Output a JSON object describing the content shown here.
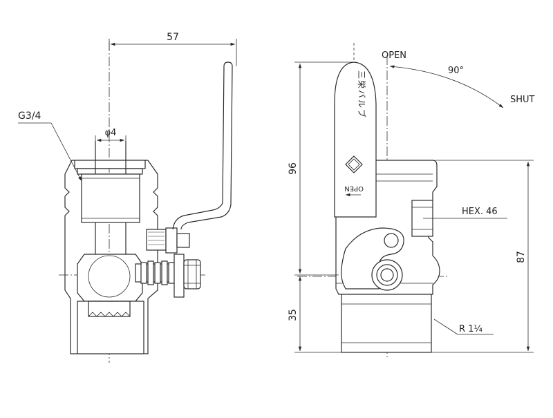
{
  "dimensions": {
    "handle_reach": "57",
    "stem_dia": "φ4",
    "height_upper": "96",
    "height_lower": "35",
    "height_total": "87",
    "rotation_angle": "90°"
  },
  "labels": {
    "inlet_thread": "G3/4",
    "hex": "HEX. 46",
    "outlet_thread": "R 1¼",
    "open": "OPEN",
    "shut": "SHUT"
  },
  "handle_marking": {
    "text": "三栄バルブ",
    "open_mark": "OPEN"
  },
  "colors": {
    "line": "#2a2a2a",
    "background": "#ffffff"
  }
}
